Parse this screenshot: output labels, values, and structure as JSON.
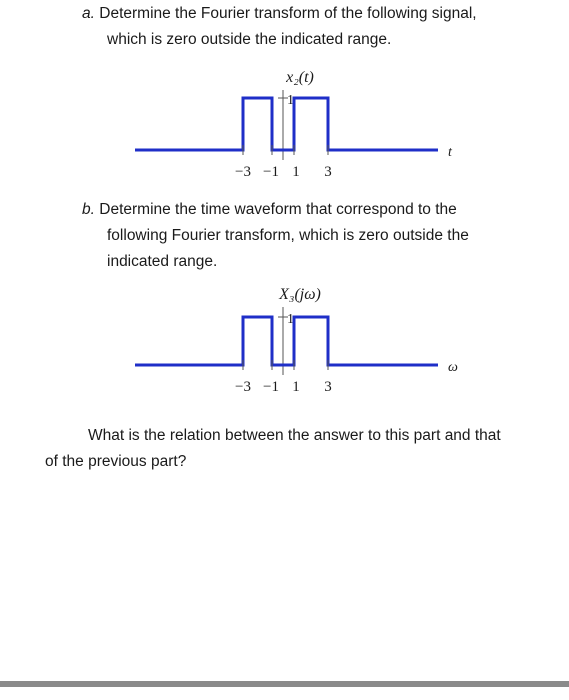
{
  "part_a": {
    "label": "a.",
    "line1": "Determine the Fourier transform of the following signal,",
    "line2": "which is zero outside the indicated range."
  },
  "part_b": {
    "label": "b.",
    "line1": "Determine the time waveform that correspond to the",
    "line2": "following Fourier transform, which is  zero outside the",
    "line3": "indicated range."
  },
  "question": {
    "line1": "What is the relation between the answer to this part and that",
    "line2": "of the previous part?"
  },
  "plots": [
    {
      "title": "x₂(t)",
      "axis_var": "t",
      "peak_label": "1",
      "tick_labels": [
        "−3",
        "−1",
        "1",
        "3"
      ],
      "pulses": [
        [
          -3,
          -1
        ],
        [
          1,
          3
        ]
      ],
      "amplitude": 1,
      "line_color": "#1f2fc8"
    },
    {
      "title": "X₃(jω)",
      "axis_var": "ω",
      "peak_label": "1",
      "tick_labels": [
        "−3",
        "−1",
        "1",
        "3"
      ],
      "pulses": [
        [
          -3,
          -1
        ],
        [
          1,
          3
        ]
      ],
      "amplitude": 1,
      "line_color": "#1f2fc8"
    }
  ]
}
